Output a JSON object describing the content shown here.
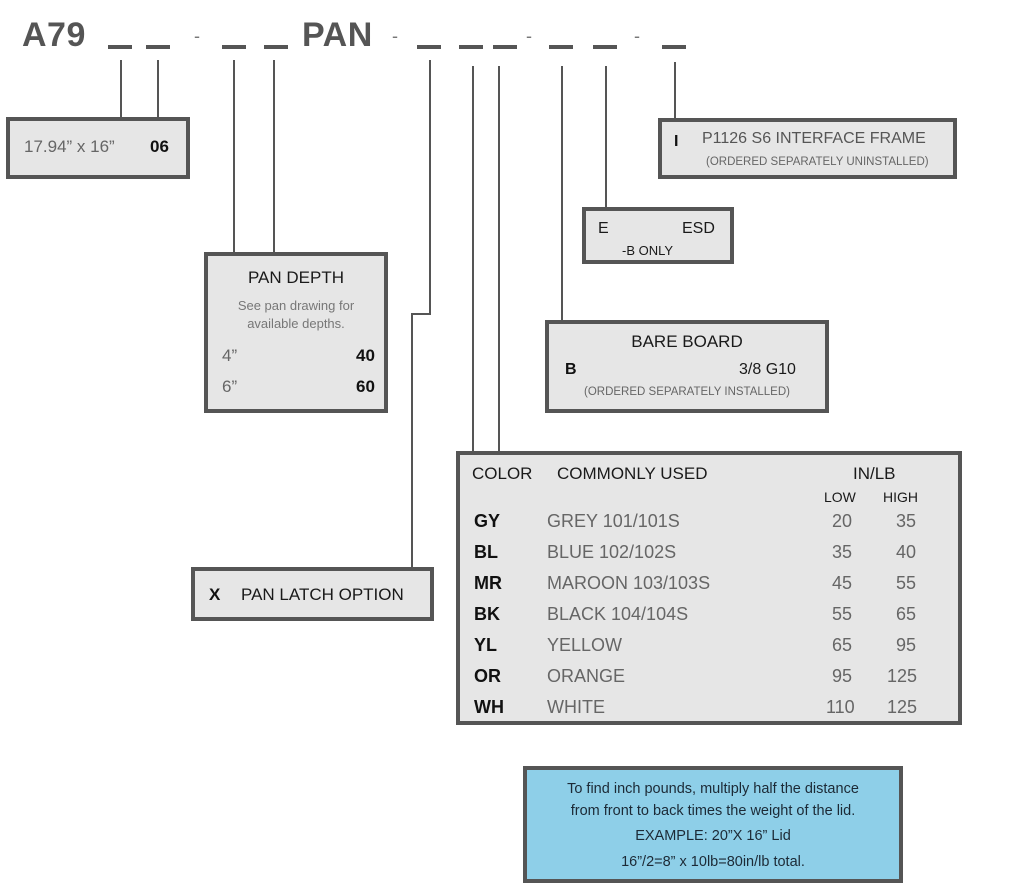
{
  "header": {
    "prefix": "A79",
    "middle": "PAN",
    "sep": "-"
  },
  "size_box": {
    "label": "17.94” x 16”",
    "code": "06"
  },
  "pan_depth": {
    "title": "PAN DEPTH",
    "note_line1": "See pan drawing for",
    "note_line2": "available depths.",
    "options": [
      {
        "label": "4”",
        "code": "40"
      },
      {
        "label": "6”",
        "code": "60"
      }
    ]
  },
  "latch": {
    "code": "X",
    "label": "PAN LATCH OPTION"
  },
  "interface": {
    "code": "I",
    "label": "P1126  S6 INTERFACE FRAME",
    "note": "(ORDERED SEPARATELY UNINSTALLED)"
  },
  "esd": {
    "code": "E",
    "label": "ESD",
    "note": "-B  ONLY"
  },
  "bare_board": {
    "title": "BARE BOARD",
    "code": "B",
    "label": "3/8 G10",
    "note": "(ORDERED SEPARATELY  INSTALLED)"
  },
  "color_table": {
    "col_color": "COLOR",
    "col_common": "COMMONLY USED",
    "col_inlb": "IN/LB",
    "col_low": "LOW",
    "col_high": "HIGH",
    "rows": [
      {
        "code": "GY",
        "name": "GREY   101/101S",
        "low": "20",
        "high": "35"
      },
      {
        "code": "BL",
        "name": "BLUE    102/102S",
        "low": "35",
        "high": "40"
      },
      {
        "code": "MR",
        "name": "MAROON 103/103S",
        "low": "45",
        "high": "55"
      },
      {
        "code": "BK",
        "name": "BLACK 104/104S",
        "low": "55",
        "high": "65"
      },
      {
        "code": "YL",
        "name": "YELLOW",
        "low": "65",
        "high": "95"
      },
      {
        "code": "OR",
        "name": "ORANGE",
        "low": "95",
        "high": "125"
      },
      {
        "code": "WH",
        "name": "WHITE",
        "low": "110",
        "high": "125"
      }
    ]
  },
  "info": {
    "line1": "To find inch pounds, multiply half the distance",
    "line2": "from front to back times the weight of the lid.",
    "line3": "EXAMPLE:  20”X 16” Lid",
    "line4": "16”/2=8” x 10lb=80in/lb total."
  },
  "colors": {
    "border": "#555555",
    "box_fill": "#e6e6e6",
    "info_fill": "#8ecfe8"
  }
}
